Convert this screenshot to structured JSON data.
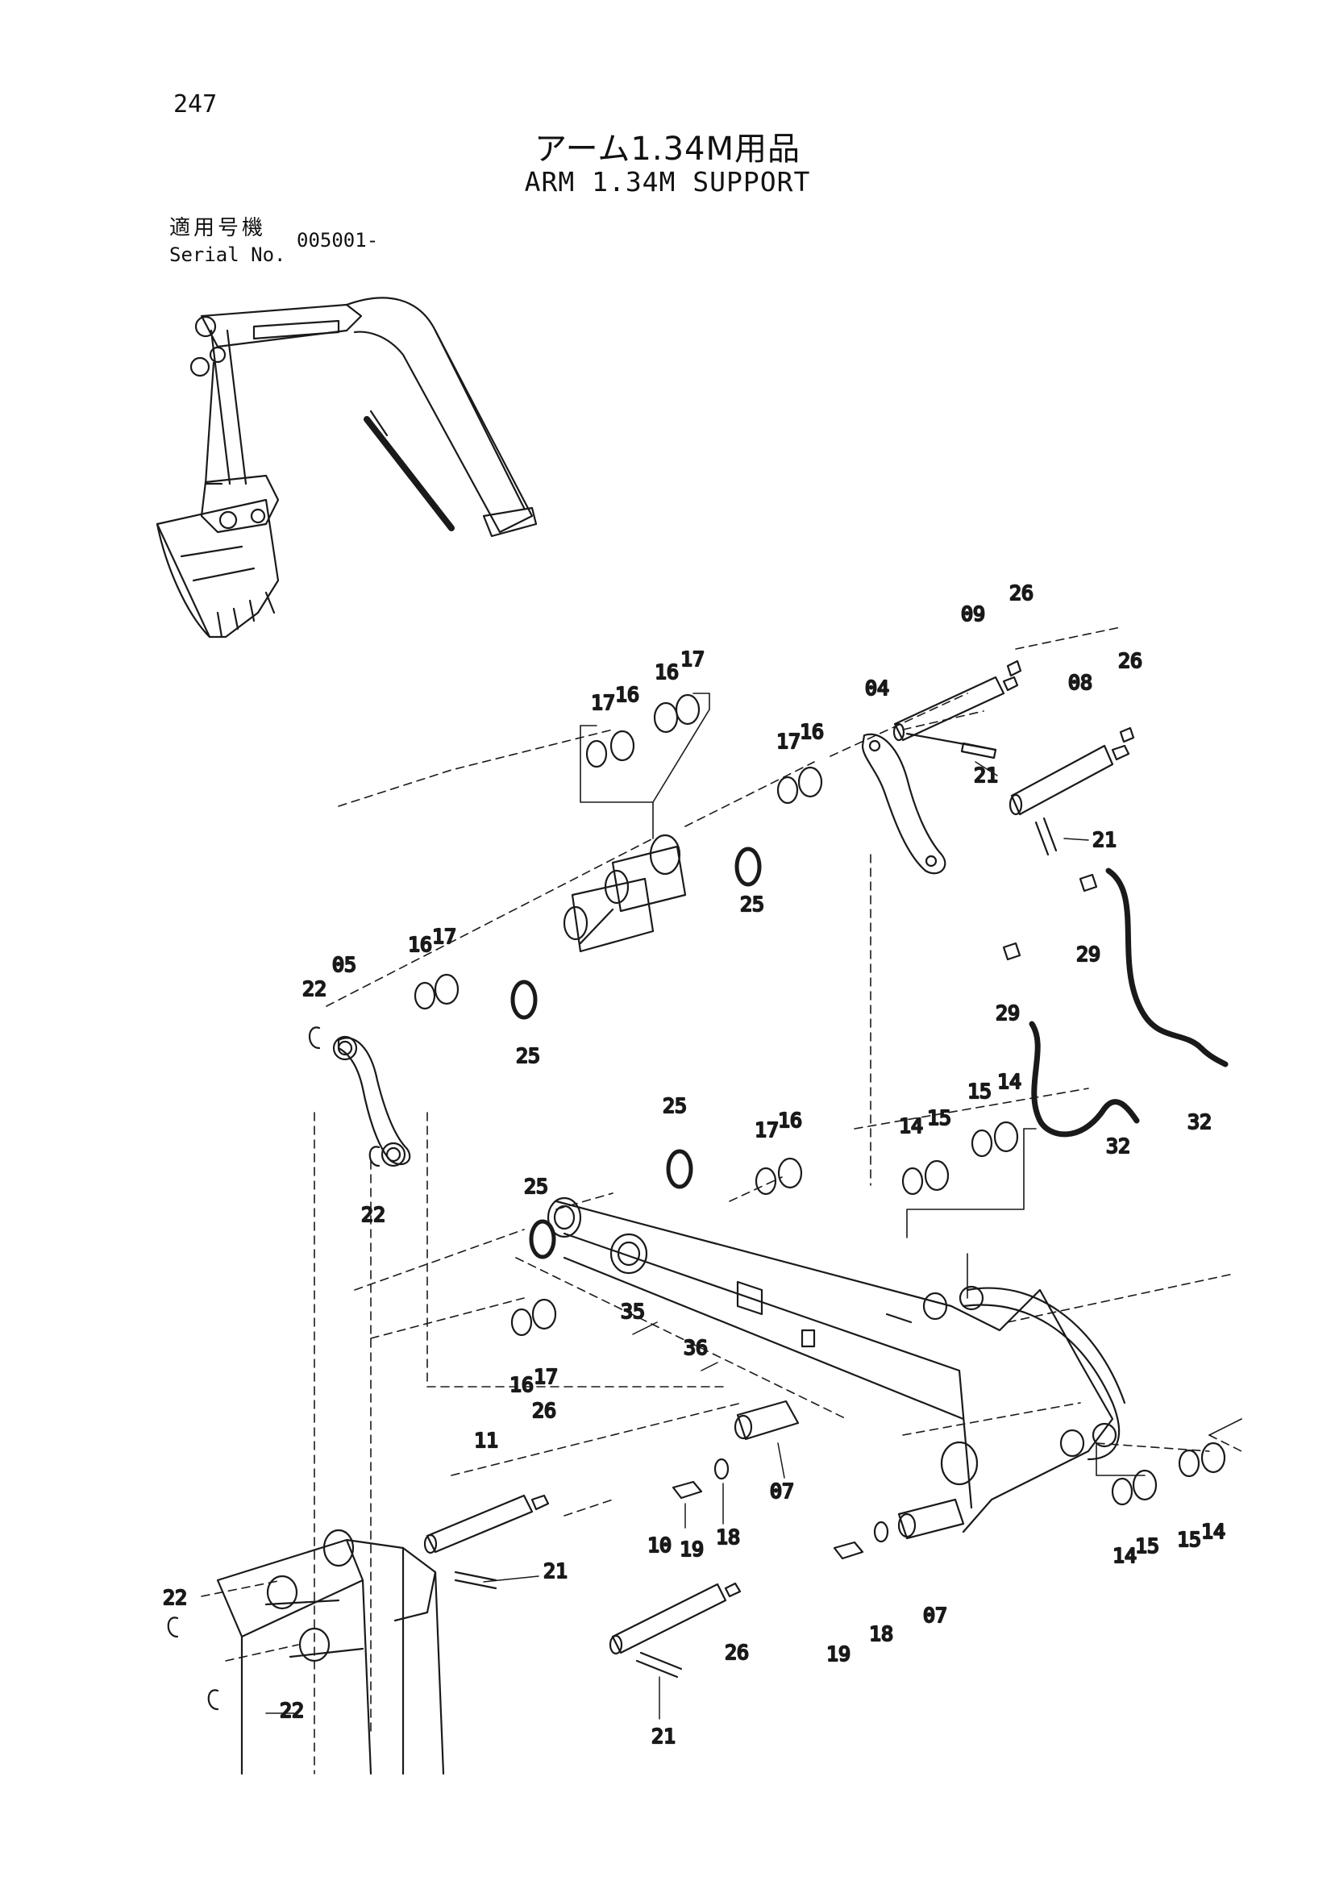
{
  "page_number": "247",
  "title_jp": "アーム1.34M用品",
  "title_en": "ARM 1.34M SUPPORT",
  "serial": {
    "label_jp": "適用号機",
    "label_en": "Serial No.",
    "value": "005001-"
  },
  "callouts": [
    "26",
    "09",
    "26",
    "08",
    "21",
    "21",
    "04",
    "17",
    "16",
    "16",
    "17",
    "17",
    "16",
    "25",
    "16",
    "17",
    "05",
    "22",
    "25",
    "22",
    "29",
    "29",
    "32",
    "32",
    "15",
    "14",
    "14",
    "15",
    "25",
    "17",
    "16",
    "25",
    "35",
    "36",
    "16",
    "17",
    "26",
    "11",
    "07",
    "18",
    "19",
    "21",
    "10",
    "26",
    "19",
    "18",
    "07",
    "15",
    "14",
    "14",
    "15",
    "22",
    "22",
    "21"
  ]
}
